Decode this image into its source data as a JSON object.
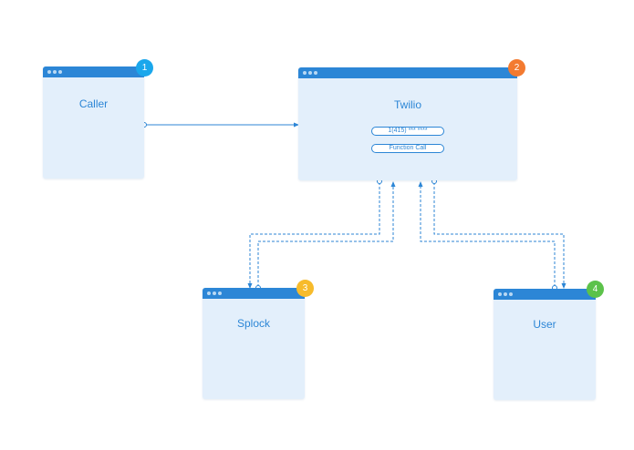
{
  "nodes": {
    "caller": {
      "title": "Caller",
      "badge": "1",
      "badge_color": "#1aa7ec"
    },
    "twilio": {
      "title": "Twilio",
      "badge": "2",
      "badge_color": "#f37a30",
      "phone_label": "1(415) *** ****",
      "function_label": "Function Call"
    },
    "splock": {
      "title": "Splock",
      "badge": "3",
      "badge_color": "#f7bb2b"
    },
    "user": {
      "title": "User",
      "badge": "4",
      "badge_color": "#5cc24a"
    }
  },
  "colors": {
    "accent": "#2c86d6",
    "window_body": "#e3effb",
    "dots": "#b9d8f3"
  }
}
